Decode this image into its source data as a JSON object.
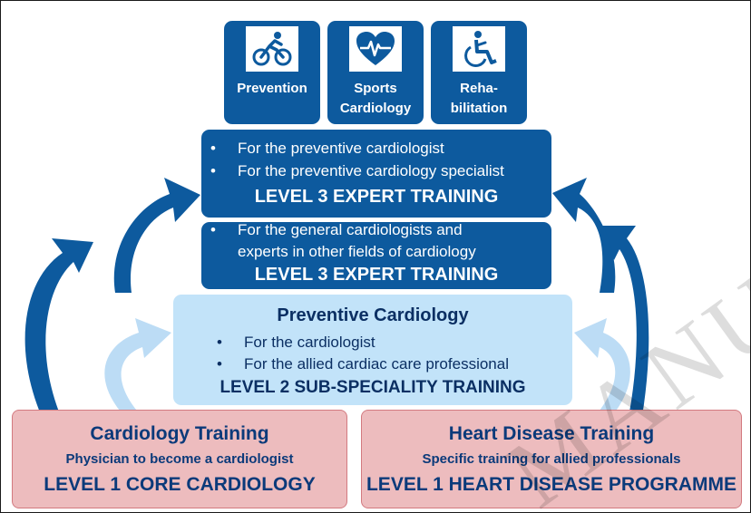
{
  "top_icons": [
    {
      "label": "Prevention",
      "icon": "cyclist-icon"
    },
    {
      "label": "Sports Cardiology",
      "icon": "heart-pulse-icon"
    },
    {
      "label": "Reha-bilitation",
      "icon": "wheelchair-icon"
    }
  ],
  "level3_specialist": {
    "bullets": [
      "For the preventive cardiologist",
      "For the preventive cardiology specialist"
    ],
    "title": "LEVEL 3 EXPERT TRAINING"
  },
  "level3_general": {
    "bullets": [
      "For the general cardiologists and",
      "experts in other fields of cardiology"
    ],
    "title": "LEVEL 3 EXPERT TRAINING"
  },
  "level2": {
    "title": "Preventive Cardiology",
    "bullets": [
      "For the cardiologist",
      "For the allied cardiac care professional"
    ],
    "footer": "LEVEL 2  SUB-SPECIALITY TRAINING"
  },
  "level1_left": {
    "title": "Cardiology Training",
    "subtitle": "Physician to become a cardiologist",
    "level": "LEVEL 1 CORE CARDIOLOGY"
  },
  "level1_right": {
    "title": "Heart Disease Training",
    "subtitle": "Specific training for allied professionals",
    "level": "LEVEL 1 HEART DISEASE PROGRAMME"
  },
  "bullet_glyph": "•",
  "watermark": "MANUSCRIPT",
  "colors": {
    "dark_blue": "#0d5a9e",
    "light_blue": "#c2e3f9",
    "pink": "#edbcbe",
    "navy_text": "#0b2f63"
  }
}
